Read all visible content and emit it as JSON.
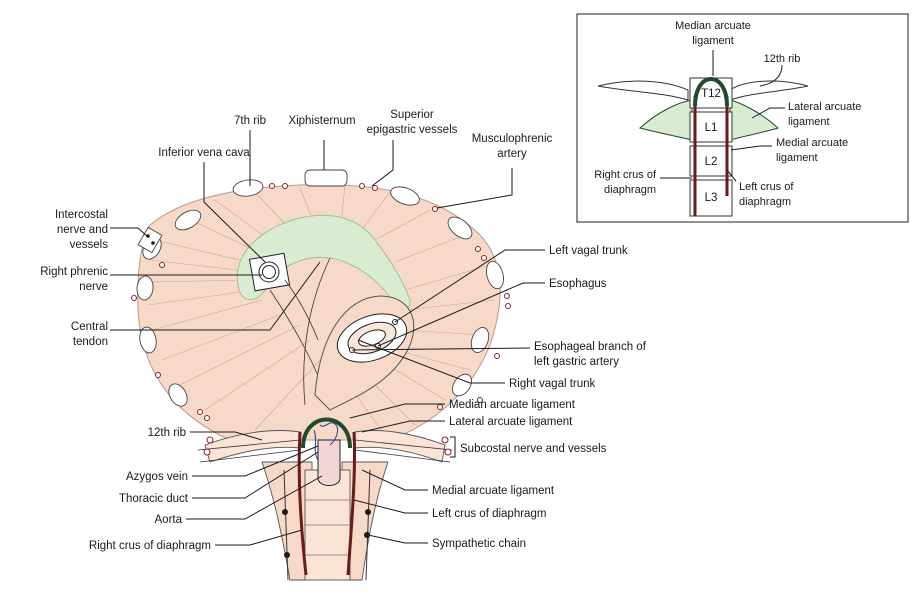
{
  "inset": {
    "labels": {
      "median_arcuate": [
        "Median arcuate",
        "ligament"
      ],
      "rib12": "12th rib",
      "lateral_arcuate": [
        "Lateral arcuate",
        "ligament"
      ],
      "medial_arcuate": [
        "Medial arcuate",
        "ligament"
      ],
      "right_crus": [
        "Right crus of",
        "diaphragm"
      ],
      "left_crus": [
        "Left crus of",
        "diaphragm"
      ]
    },
    "vertebrae": [
      "T12",
      "L1",
      "L2",
      "L3"
    ]
  },
  "main": {
    "labels": {
      "rib7": "7th rib",
      "xiphisternum": "Xiphisternum",
      "superior_epigastric": [
        "Superior",
        "epigastric vessels"
      ],
      "musculophrenic": [
        "Musculophrenic",
        "artery"
      ],
      "ivc": "Inferior vena cava",
      "intercostal": [
        "Intercostal",
        "nerve and",
        "vessels"
      ],
      "right_phrenic": [
        "Right phrenic",
        "nerve"
      ],
      "central_tendon": [
        "Central",
        "tendon"
      ],
      "left_vagal": "Left vagal trunk",
      "esophagus": "Esophagus",
      "esoph_branch": [
        "Esophageal branch of",
        "left gastric artery"
      ],
      "right_vagal": "Right vagal trunk",
      "median_arcuate": "Median arcuate ligament",
      "lateral_arcuate": "Lateral arcuate ligament",
      "subcostal": "Subcostal nerve and vessels",
      "rib12": "12th rib",
      "azygos": "Azygos vein",
      "thoracic_duct": "Thoracic duct",
      "aorta": "Aorta",
      "right_crus": "Right crus of diaphragm",
      "medial_arcuate": "Medial arcuate ligament",
      "left_crus": "Left crus of diaphragm",
      "sympathetic": "Sympathetic chain"
    }
  },
  "colors": {
    "muscle": "#f7d9c9",
    "tendon": "#d9ecd2",
    "ligament": "#1f4a2e",
    "crus": "#6b1a1a",
    "outline": "#222222"
  }
}
